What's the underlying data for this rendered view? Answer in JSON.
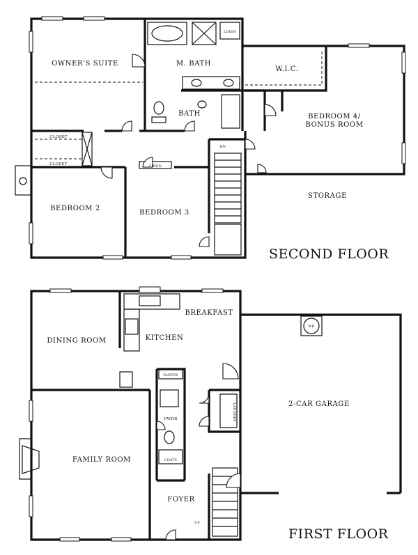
{
  "second_floor": {
    "title": "SECOND FLOOR",
    "rooms": {
      "owners_suite": "OWNER'S SUITE",
      "master_bath": "M. BATH",
      "wic": "W.I.C.",
      "bedroom4_line1": "BEDROOM 4/",
      "bedroom4_line2": "BONUS ROOM",
      "bath": "BATH",
      "storage": "STORAGE",
      "bedroom2": "BEDROOM 2",
      "bedroom3": "BEDROOM 3",
      "closet_a": "CLOSET",
      "closet_b": "CLOSET",
      "linen_a": "LINEN",
      "linen_b": "LINEN",
      "stair_dn": "DN"
    }
  },
  "first_floor": {
    "title": "FIRST FLOOR",
    "rooms": {
      "breakfast": "BREAKFAST",
      "dining_room": "DINING ROOM",
      "kitchen": "KITCHEN",
      "garage": "2-CAR GARAGE",
      "pantry": "PANTRY",
      "pwdr": "PWDR",
      "laundry": "LAUNDRY",
      "family_room": "FAMILY ROOM",
      "coats": "COATS",
      "foyer": "FOYER",
      "stair_up": "UP",
      "water_heater": "WH"
    }
  },
  "colors": {
    "ink": "#111111",
    "paper": "#ffffff"
  }
}
